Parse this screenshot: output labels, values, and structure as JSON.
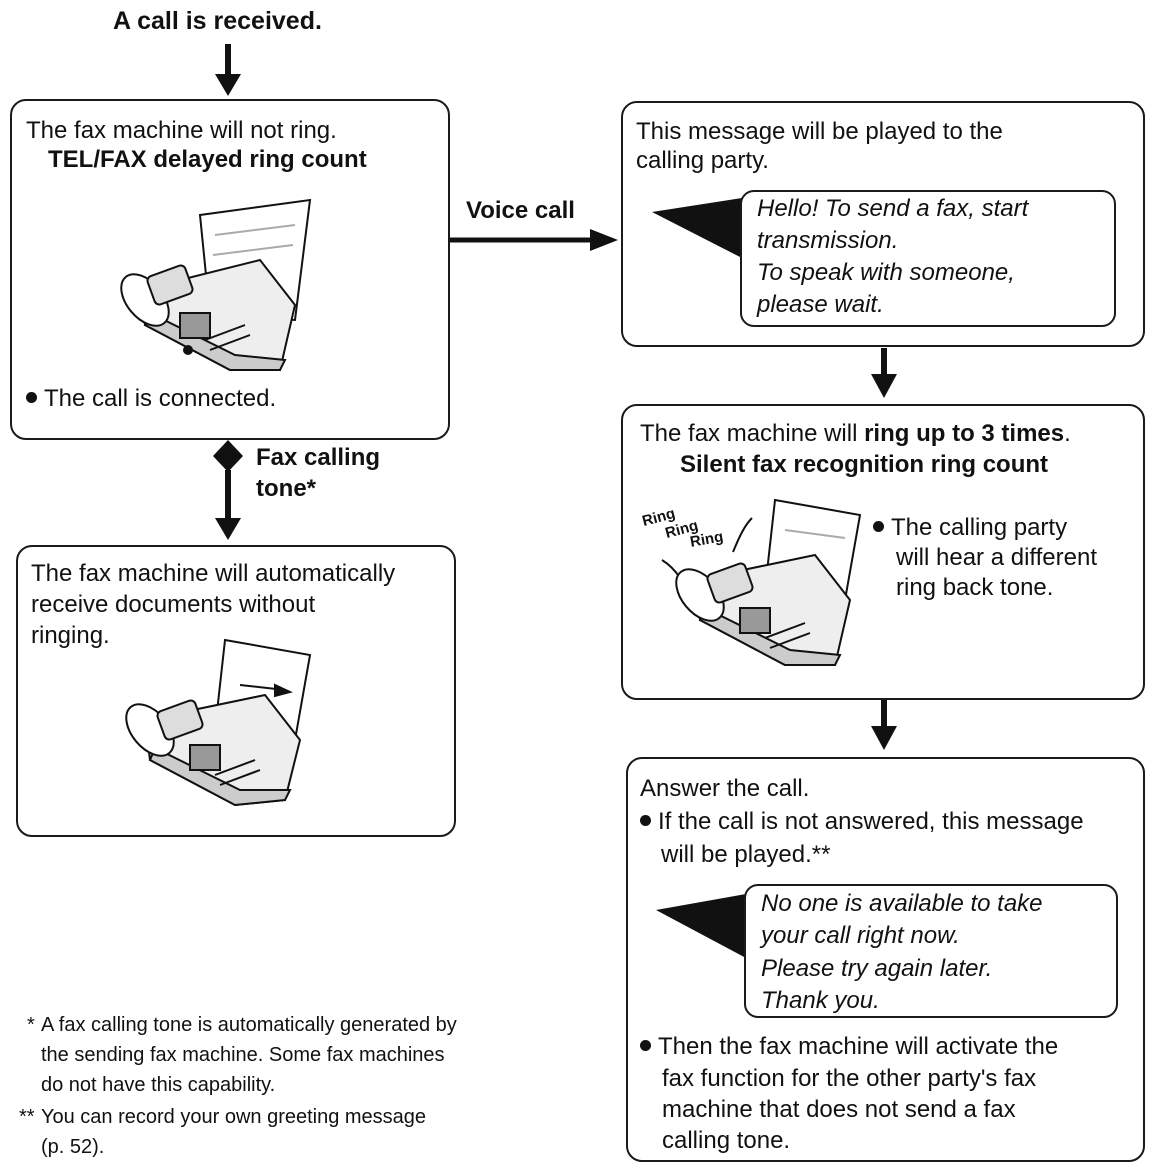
{
  "header": {
    "title": "A call is received."
  },
  "box_no_ring": {
    "line1": "The fax machine will not ring.",
    "line2": "TEL/FAX delayed ring count",
    "bullet": "The call is connected."
  },
  "voice_call_label": "Voice call",
  "fax_tone_label": {
    "line1": "Fax calling",
    "line2": "tone*"
  },
  "box_auto_receive": {
    "line1": "The fax machine will automatically",
    "line2": "receive documents without",
    "line3": "ringing."
  },
  "box_message": {
    "line1": "This message will be played to the",
    "line2": "calling party.",
    "bubble": [
      "Hello! To send a fax, start",
      "transmission.",
      "To speak with someone,",
      "please wait."
    ]
  },
  "box_ring": {
    "line1_pre": "The fax machine will ",
    "line1_bold": "ring up to 3 times",
    "line1_post": ".",
    "line2": "Silent fax recognition ring count",
    "ring_words": [
      "Ring",
      "Ring",
      "Ring"
    ],
    "bullet": [
      "The calling party",
      "will hear a different",
      "ring back tone."
    ]
  },
  "box_answer": {
    "line1": "Answer the call.",
    "bullet1": [
      "If the call is not answered, this message",
      "will be played.**"
    ],
    "bubble": [
      "No one is available to take",
      "your call right now.",
      "Please try again later.",
      "Thank you."
    ],
    "bullet2": [
      "Then the fax machine will activate the",
      "fax function for the other party's fax",
      "machine that does not send a fax",
      "calling tone."
    ]
  },
  "footnotes": {
    "note1_mark": "*",
    "note1": [
      "A fax calling tone is automatically generated by",
      "the sending fax machine. Some fax machines",
      "do not have this capability."
    ],
    "note2_mark": "**",
    "note2": [
      "You can record your own greeting message",
      "(p. 52)."
    ]
  }
}
